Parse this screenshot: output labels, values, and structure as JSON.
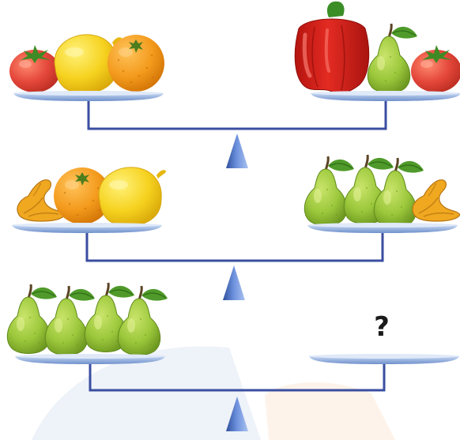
{
  "puzzle": {
    "unknown_mark": "?",
    "rows": [
      {
        "left_pan": [
          "tomato",
          "lemon",
          "orange"
        ],
        "right_pan": [
          "red-bell-pepper",
          "pear",
          "tomato"
        ]
      },
      {
        "left_pan": [
          "chanterelle-mushroom",
          "orange",
          "lemon"
        ],
        "right_pan": [
          "pear",
          "pear",
          "pear",
          "chanterelle-mushroom"
        ]
      },
      {
        "left_pan": [
          "pear",
          "pear",
          "pear",
          "pear"
        ],
        "right_pan": []
      }
    ]
  },
  "colors": {
    "beam": "#3a4ea0",
    "pan": "#8fb0e0",
    "fulcrum": "#5b7fd0",
    "pear": "#9cc83c",
    "tomato": "#e4473a",
    "lemon": "#f6d21f",
    "orange": "#f39a1c",
    "pepper": "#d8261f",
    "mushroom": "#efa820",
    "watermark_blue": "#eef2f9",
    "watermark_orange": "#fdf3ea"
  }
}
